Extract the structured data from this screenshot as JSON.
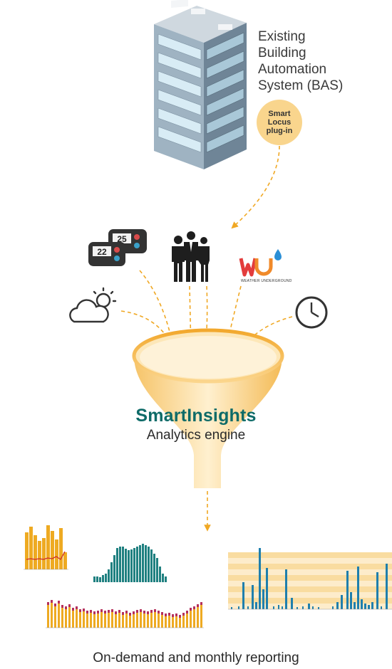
{
  "bas": {
    "label_lines": [
      "Existing",
      "Building",
      "Automation",
      "System (BAS)"
    ],
    "plugin_lines": [
      "Smart",
      "Locus",
      "plug-in"
    ]
  },
  "inputs": {
    "thermostat_readings": [
      "25",
      "22"
    ],
    "weather_caption": "WEATHER UNDERGROUND",
    "icons": [
      "building-icon",
      "thermostat-icon",
      "people-icon",
      "weather-underground-logo",
      "cloud-sun-icon",
      "clock-icon"
    ]
  },
  "engine": {
    "title": "SmartInsights",
    "subtitle": "Analytics engine"
  },
  "reporting": {
    "caption": "On-demand and monthly reporting"
  },
  "colors": {
    "arrow": "#f0a824",
    "funnel": "#f8c666",
    "brand": "#0e6b68",
    "teal_bars": "#1f8080",
    "orange_bars": "#eeaa22",
    "blue_bars": "#1f7fad"
  }
}
